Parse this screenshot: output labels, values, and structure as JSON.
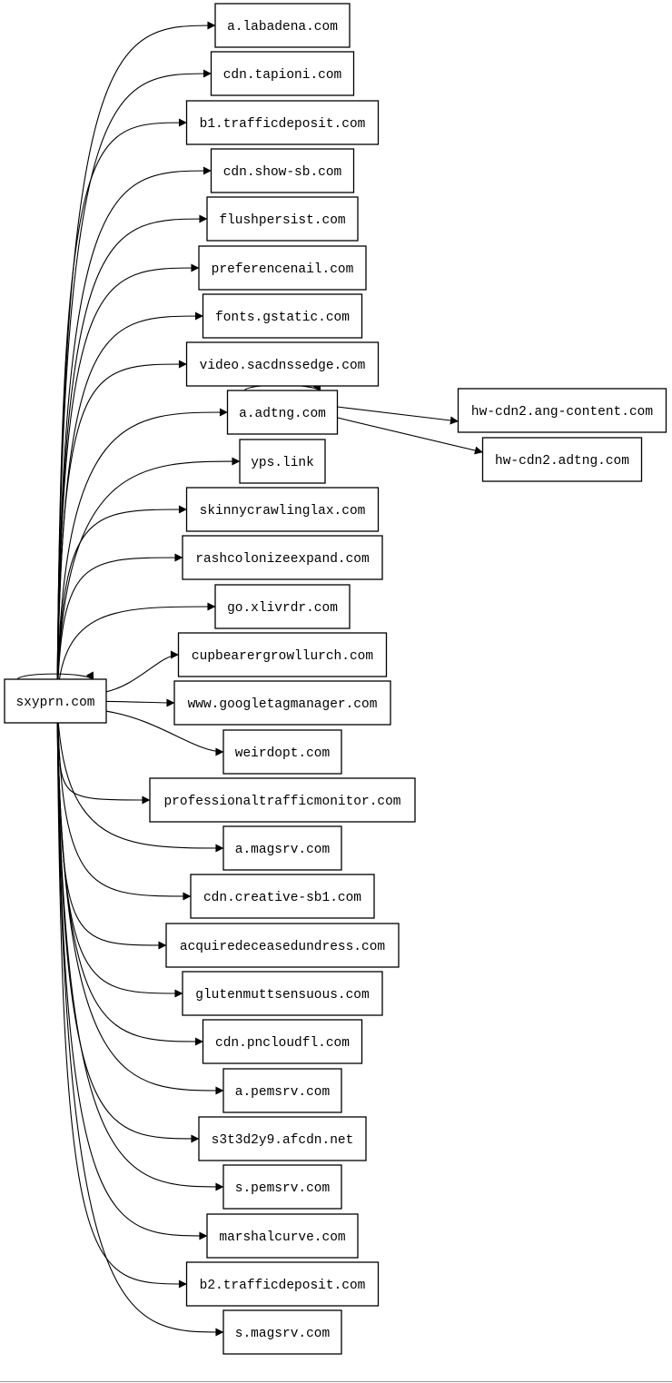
{
  "graph": {
    "root": "sxyprn.com",
    "children": [
      "a.labadena.com",
      "cdn.tapioni.com",
      "b1.trafficdeposit.com",
      "cdn.show-sb.com",
      "flushpersist.com",
      "preferencenail.com",
      "fonts.gstatic.com",
      "video.sacdnssedge.com",
      "a.adtng.com",
      "yps.link",
      "skinnycrawlinglax.com",
      "rashcolonizeexpand.com",
      "go.xlivrdr.com",
      "cupbearergrowllurch.com",
      "www.googletagmanager.com",
      "weirdopt.com",
      "professionaltrafficmonitor.com",
      "a.magsrv.com",
      "cdn.creative-sb1.com",
      "acquiredeceasedundress.com",
      "glutenmuttsensuous.com",
      "cdn.pncloudfl.com",
      "a.pemsrv.com",
      "s3t3d2y9.afcdn.net",
      "s.pemsrv.com",
      "marshalcurve.com",
      "b2.trafficdeposit.com",
      "s.magsrv.com"
    ],
    "grandchildren": [
      "hw-cdn2.ang-content.com",
      "hw-cdn2.adtng.com"
    ],
    "grandchildren_parent": "a.adtng.com",
    "self_loops": [
      "sxyprn.com",
      "a.adtng.com"
    ]
  }
}
